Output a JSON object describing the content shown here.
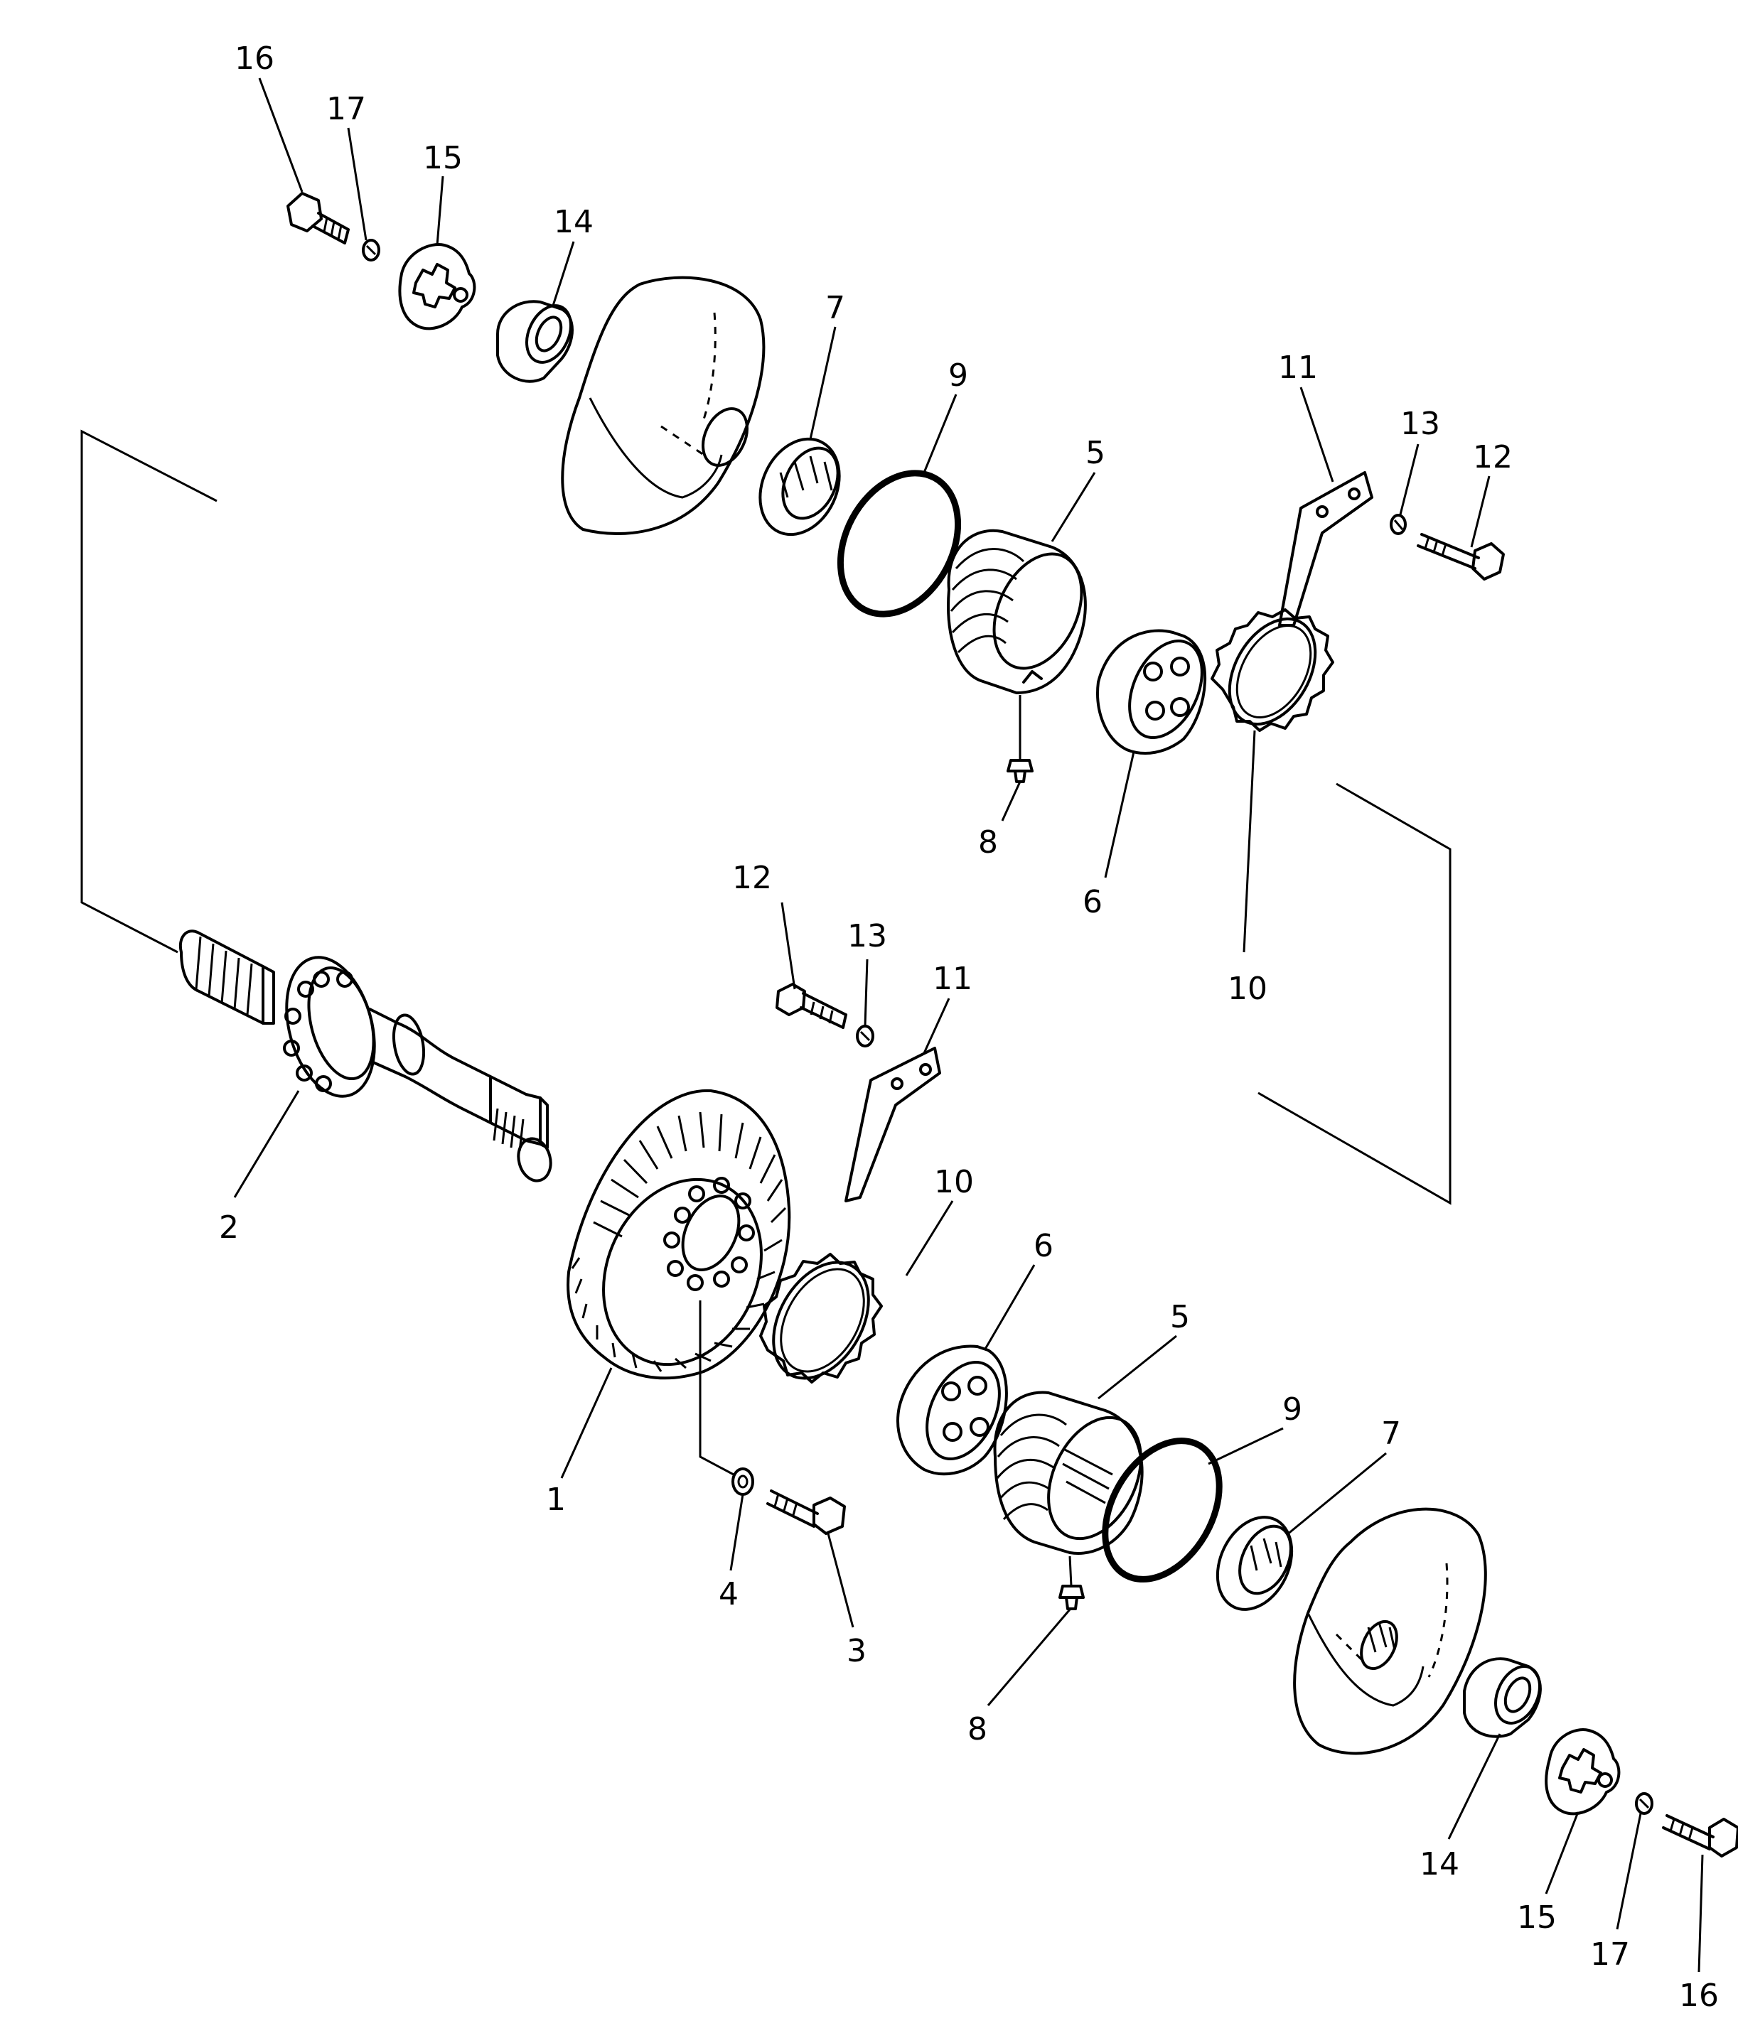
{
  "callouts": [
    {
      "id": "c16a",
      "text": "16"
    },
    {
      "id": "c17a",
      "text": "17"
    },
    {
      "id": "c15a",
      "text": "15"
    },
    {
      "id": "c14a",
      "text": "14"
    },
    {
      "id": "c7a",
      "text": "7"
    },
    {
      "id": "c9a",
      "text": "9"
    },
    {
      "id": "c5a",
      "text": "5"
    },
    {
      "id": "c11a",
      "text": "11"
    },
    {
      "id": "c13a",
      "text": "13"
    },
    {
      "id": "c12a",
      "text": "12"
    },
    {
      "id": "c8a",
      "text": "8"
    },
    {
      "id": "c6a",
      "text": "6"
    },
    {
      "id": "c10a",
      "text": "10"
    },
    {
      "id": "c12b",
      "text": "12"
    },
    {
      "id": "c13b",
      "text": "13"
    },
    {
      "id": "c11b",
      "text": "11"
    },
    {
      "id": "c2",
      "text": "2"
    },
    {
      "id": "c10b",
      "text": "10"
    },
    {
      "id": "c6b",
      "text": "6"
    },
    {
      "id": "c5b",
      "text": "5"
    },
    {
      "id": "c9b",
      "text": "9"
    },
    {
      "id": "c7b",
      "text": "7"
    },
    {
      "id": "c1",
      "text": "1"
    },
    {
      "id": "c4",
      "text": "4"
    },
    {
      "id": "c3",
      "text": "3"
    },
    {
      "id": "c8b",
      "text": "8"
    },
    {
      "id": "c14b",
      "text": "14"
    },
    {
      "id": "c15b",
      "text": "15"
    },
    {
      "id": "c17b",
      "text": "17"
    },
    {
      "id": "c16b",
      "text": "16"
    }
  ]
}
